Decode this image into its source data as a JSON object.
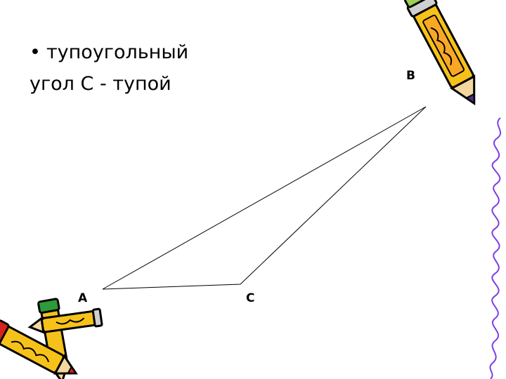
{
  "text": {
    "bullet": "•",
    "line1": "тупоугольный",
    "line2": "угол С - тупой"
  },
  "vertices": {
    "a": "А",
    "b": "В",
    "c": "С"
  },
  "colors": {
    "background": "#ffffff",
    "triangle_stroke": "#000000",
    "border_line": "#7b3fe6",
    "pencil_body": "#f6c21a",
    "pencil_red": "#d8231c",
    "pencil_green": "#2e9b3a",
    "pencil_lead": "#4b2e83"
  },
  "icons": [
    "pencil-icon",
    "pencils-icon"
  ]
}
